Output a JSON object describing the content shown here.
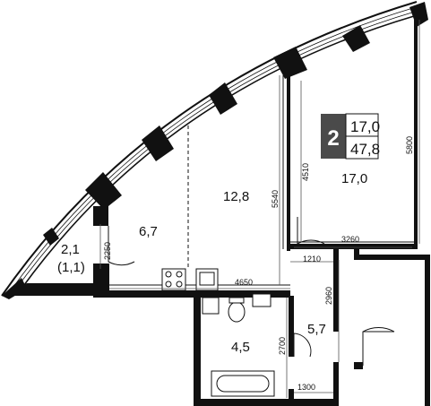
{
  "rooms": {
    "room_count": "2",
    "living_area": "17,0",
    "total_area": "47,8",
    "bedroom_area": "17,0",
    "kitchen_living_area": "12,8",
    "kitchen_area": "6,7",
    "balcony_area": "2,1",
    "balcony_area_reduced": "(1,1)",
    "bathroom_area": "4,5",
    "hallway_area": "5,7"
  },
  "dimensions": {
    "d5800": "5800",
    "d4510": "4510",
    "d5540": "5540",
    "d3260": "3260",
    "d2250": "2250",
    "d1210": "1210",
    "d4650": "4650",
    "d2960": "2960",
    "d2700": "2700",
    "d1300": "1300"
  },
  "colors": {
    "wall": "#111111",
    "badge_bg": "#4a4a4a",
    "dim_line": "#555555"
  }
}
